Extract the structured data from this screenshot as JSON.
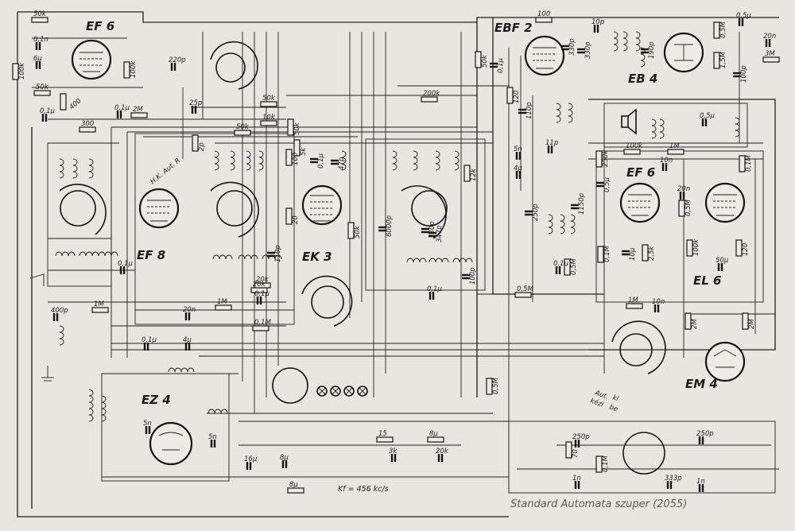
{
  "footer_title": "Standard Automata szuper (2055)",
  "notes": {
    "if": "Kf = 456 kc/s",
    "switch_aut": "Aut.",
    "switch_kezi": "kézi",
    "switch_ki": "ki",
    "switch_be": "be",
    "hk_aut": "H.K. Aut. R"
  },
  "tubes": [
    {
      "label": "EF 6"
    },
    {
      "label": "EBF 2"
    },
    {
      "label": "EB 4"
    },
    {
      "label": "EF 8"
    },
    {
      "label": "EK 3"
    },
    {
      "label": "EF 6"
    },
    {
      "label": "EL 6"
    },
    {
      "label": "EZ 4"
    },
    {
      "label": "EM 4"
    }
  ],
  "components": [
    "50k",
    "0,1n",
    "6μ",
    "100k",
    "50k",
    "100k",
    "0,1μ",
    "400",
    "300",
    "0,1μ",
    "2M",
    "220p",
    "25p",
    "50k",
    "10k",
    "50k",
    "50k",
    "200k",
    "100",
    "10p",
    "50k",
    "0,1μ",
    "330p",
    "330p",
    "120",
    "110p",
    "11p",
    "190p",
    "0,5μ",
    "0,5M",
    "20n",
    "3M",
    "1,5M",
    "100p",
    "0,5μ",
    "100k",
    "1M",
    "10n",
    "20n",
    "250k",
    "0,5μ",
    "0,1M",
    "0,5M",
    "20k",
    "2p",
    "5k",
    "100",
    "0,1μ",
    "47p",
    "20",
    "12k",
    "5n",
    "4μ",
    "50k",
    "6000p",
    "330p",
    "347p",
    "250p",
    "1150p",
    "0,1μ",
    "0,5M",
    "0,1M",
    "10μ",
    "2,5k",
    "100k",
    "50μ",
    "120",
    "1M",
    "10n",
    "2M",
    "2M",
    "400p",
    "0,1μ",
    "1M",
    "20n",
    "1M",
    "0,1μ",
    "0,1M",
    "20k",
    "110p",
    "0,1μ",
    "4μ",
    "0,1μ",
    "100p",
    "0,5M",
    "0,5M",
    "5n",
    "5n",
    "16μ",
    "8μ",
    "15",
    "3k",
    "8μ",
    "20k",
    "8μ",
    "250p",
    "70",
    "1n",
    "0,1M",
    "250p",
    "1n",
    "333p"
  ]
}
